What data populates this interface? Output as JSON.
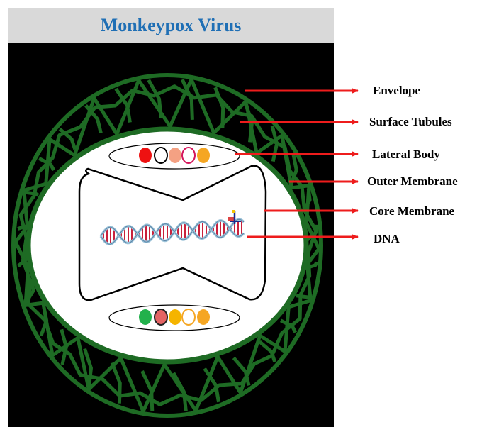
{
  "title": "Monkeypox Virus",
  "colors": {
    "background": "#000000",
    "envelope": "#1e6b24",
    "arrow": "#ee1c1c",
    "title_text": "#1f6fb5",
    "dna_strand": "#9cc3d9",
    "dna_rungs": "#c8213c"
  },
  "labels": [
    {
      "key": "envelope",
      "text": "Envelope"
    },
    {
      "key": "surface-tubules",
      "text": "Surface Tubules"
    },
    {
      "key": "lateral-body",
      "text": "Lateral Body"
    },
    {
      "key": "outer-membrane",
      "text": "Outer Membrane"
    },
    {
      "key": "core-membrane",
      "text": "Core Membrane"
    },
    {
      "key": "dna",
      "text": "DNA"
    }
  ],
  "lateral_body_top_dots": [
    "#ee1111",
    "#ffffff",
    "#f4a183",
    "#ffffff",
    "#f5a623"
  ],
  "lateral_body_bottom_dots": [
    "#22b14c",
    "#e46464",
    "#f5b400",
    "#ffffff",
    "#f5a623"
  ]
}
